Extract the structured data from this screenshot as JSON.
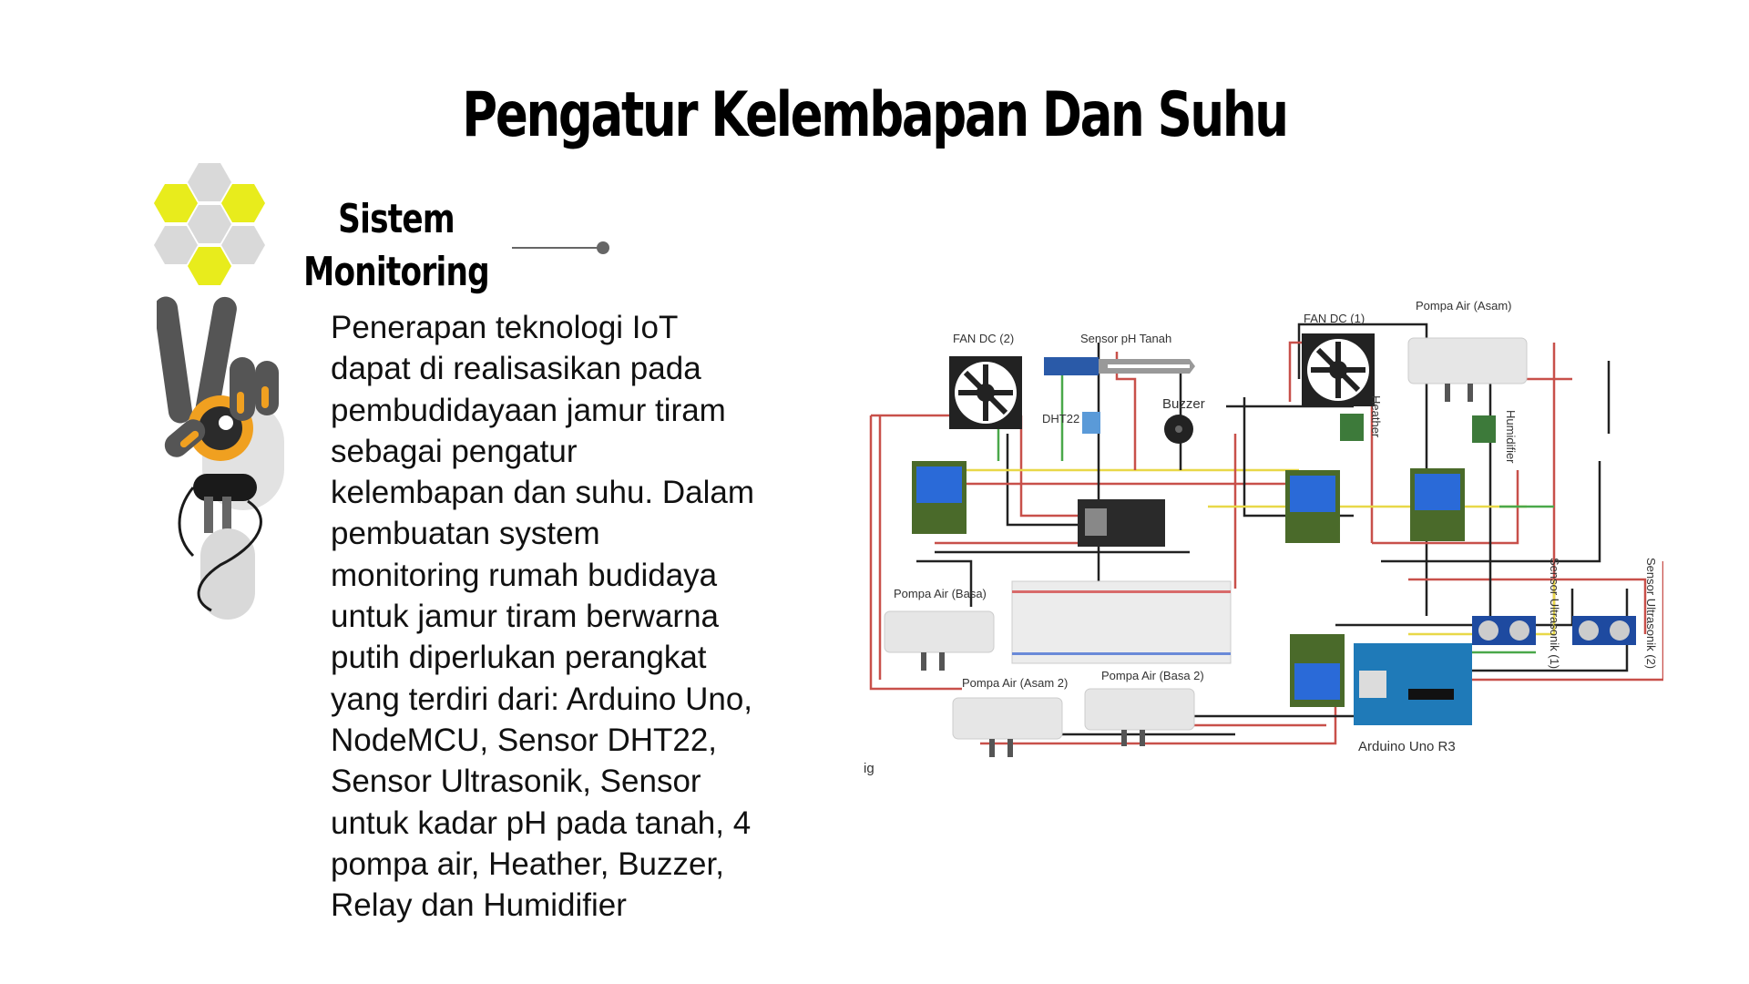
{
  "slide": {
    "title": "Pengatur Kelembapan Dan Suhu",
    "subtitle": "Sistem Monitoring",
    "body": "Penerapan teknologi IoT\ndapat di realisasikan pada\npembudidayaan jamur tiram\nsebagai pengatur\nkelembapan dan suhu. Dalam\npembuatan system\nmonitoring rumah budidaya\nuntuk jamur tiram berwarna\nputih diperlukan perangkat\nyang terdiri dari: Arduino Uno,\nNodeMCU, Sensor DHT22,\nSensor Ultrasonik, Sensor\nuntuk kadar pH pada tanah, 4\npompa air, Heather, Buzzer,\nRelay dan Humidifier"
  },
  "colors": {
    "accent_yellow": "#e8ec1c",
    "hex_gray": "#d9d9d9",
    "robot_orange": "#f0a020",
    "robot_dark": "#555555"
  },
  "diagram": {
    "labels": {
      "fan_dc_2": "FAN DC (2)",
      "fan_dc_1": "FAN DC (1)",
      "sensor_ph": "Sensor pH Tanah",
      "pompa_asam": "Pompa Air (Asam)",
      "dht22": "DHT22",
      "buzzer": "Buzzer",
      "heather": "Heather",
      "humidifier": "Humidifier",
      "pompa_basa": "Pompa Air (Basa)",
      "pompa_asam_2": "Pompa Air (Asam 2)",
      "pompa_basa_2": "Pompa Air (Basa 2)",
      "sensor_ultrasonik_1": "Sensor Ultrasonik (1)",
      "sensor_ultrasonik_2": "Sensor Ultrasonik (2)",
      "arduino": "Arduino Uno R3",
      "fragment": "ig"
    }
  }
}
